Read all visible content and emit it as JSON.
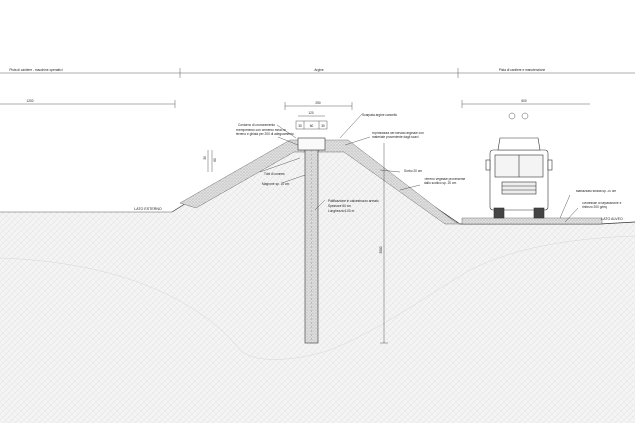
{
  "zones": {
    "left": "Pista di cantiere - macchine operatrici",
    "center": "Argine",
    "right": "Pista di cantiere e manutenzione"
  },
  "dimensions": {
    "left_width": "1200",
    "top_width": "250",
    "core_width": "120",
    "core_parts": [
      "30",
      "60",
      "30"
    ],
    "right_width": "600",
    "pile_depth": "3000",
    "cap_height": "30",
    "cap_height2": "60"
  },
  "labels": {
    "lato_esterno": "LATO ESTERNO",
    "lato_alveo": "LATO ALVEO",
    "contorno_zona": "Contorno di cronoramento",
    "scarpa": "Scarpata argine cancello",
    "riempimento": "Riempimento con cemento misto di terreno e ghiaia per 200 di adeguamento",
    "riprofilatura": "Riprofilatura del rilevato arginale con materiale proveniente dagli scavi",
    "tubi": "Tubi di connes",
    "magrone": "Magrone sp. 10 cm",
    "sorbo": "Sorbo 20 cm",
    "terreno": "Terreno vegetale proveniente dallo scotico sp. 20 cm",
    "palificazione": "Palificazione in calcestruzzo armato",
    "spessore": "Spessore 60 cm",
    "lunghezza": "Lunghezza 6.00 m",
    "stabilizzato": "stabilizzato strada sp. 20 cm",
    "geotessile": "Geotessile di separazione e rinforzo 200 g/mq"
  },
  "colors": {
    "line": "#333333",
    "fill_light": "#f2f2f2",
    "fill_gravel": "#d9d9d9"
  }
}
